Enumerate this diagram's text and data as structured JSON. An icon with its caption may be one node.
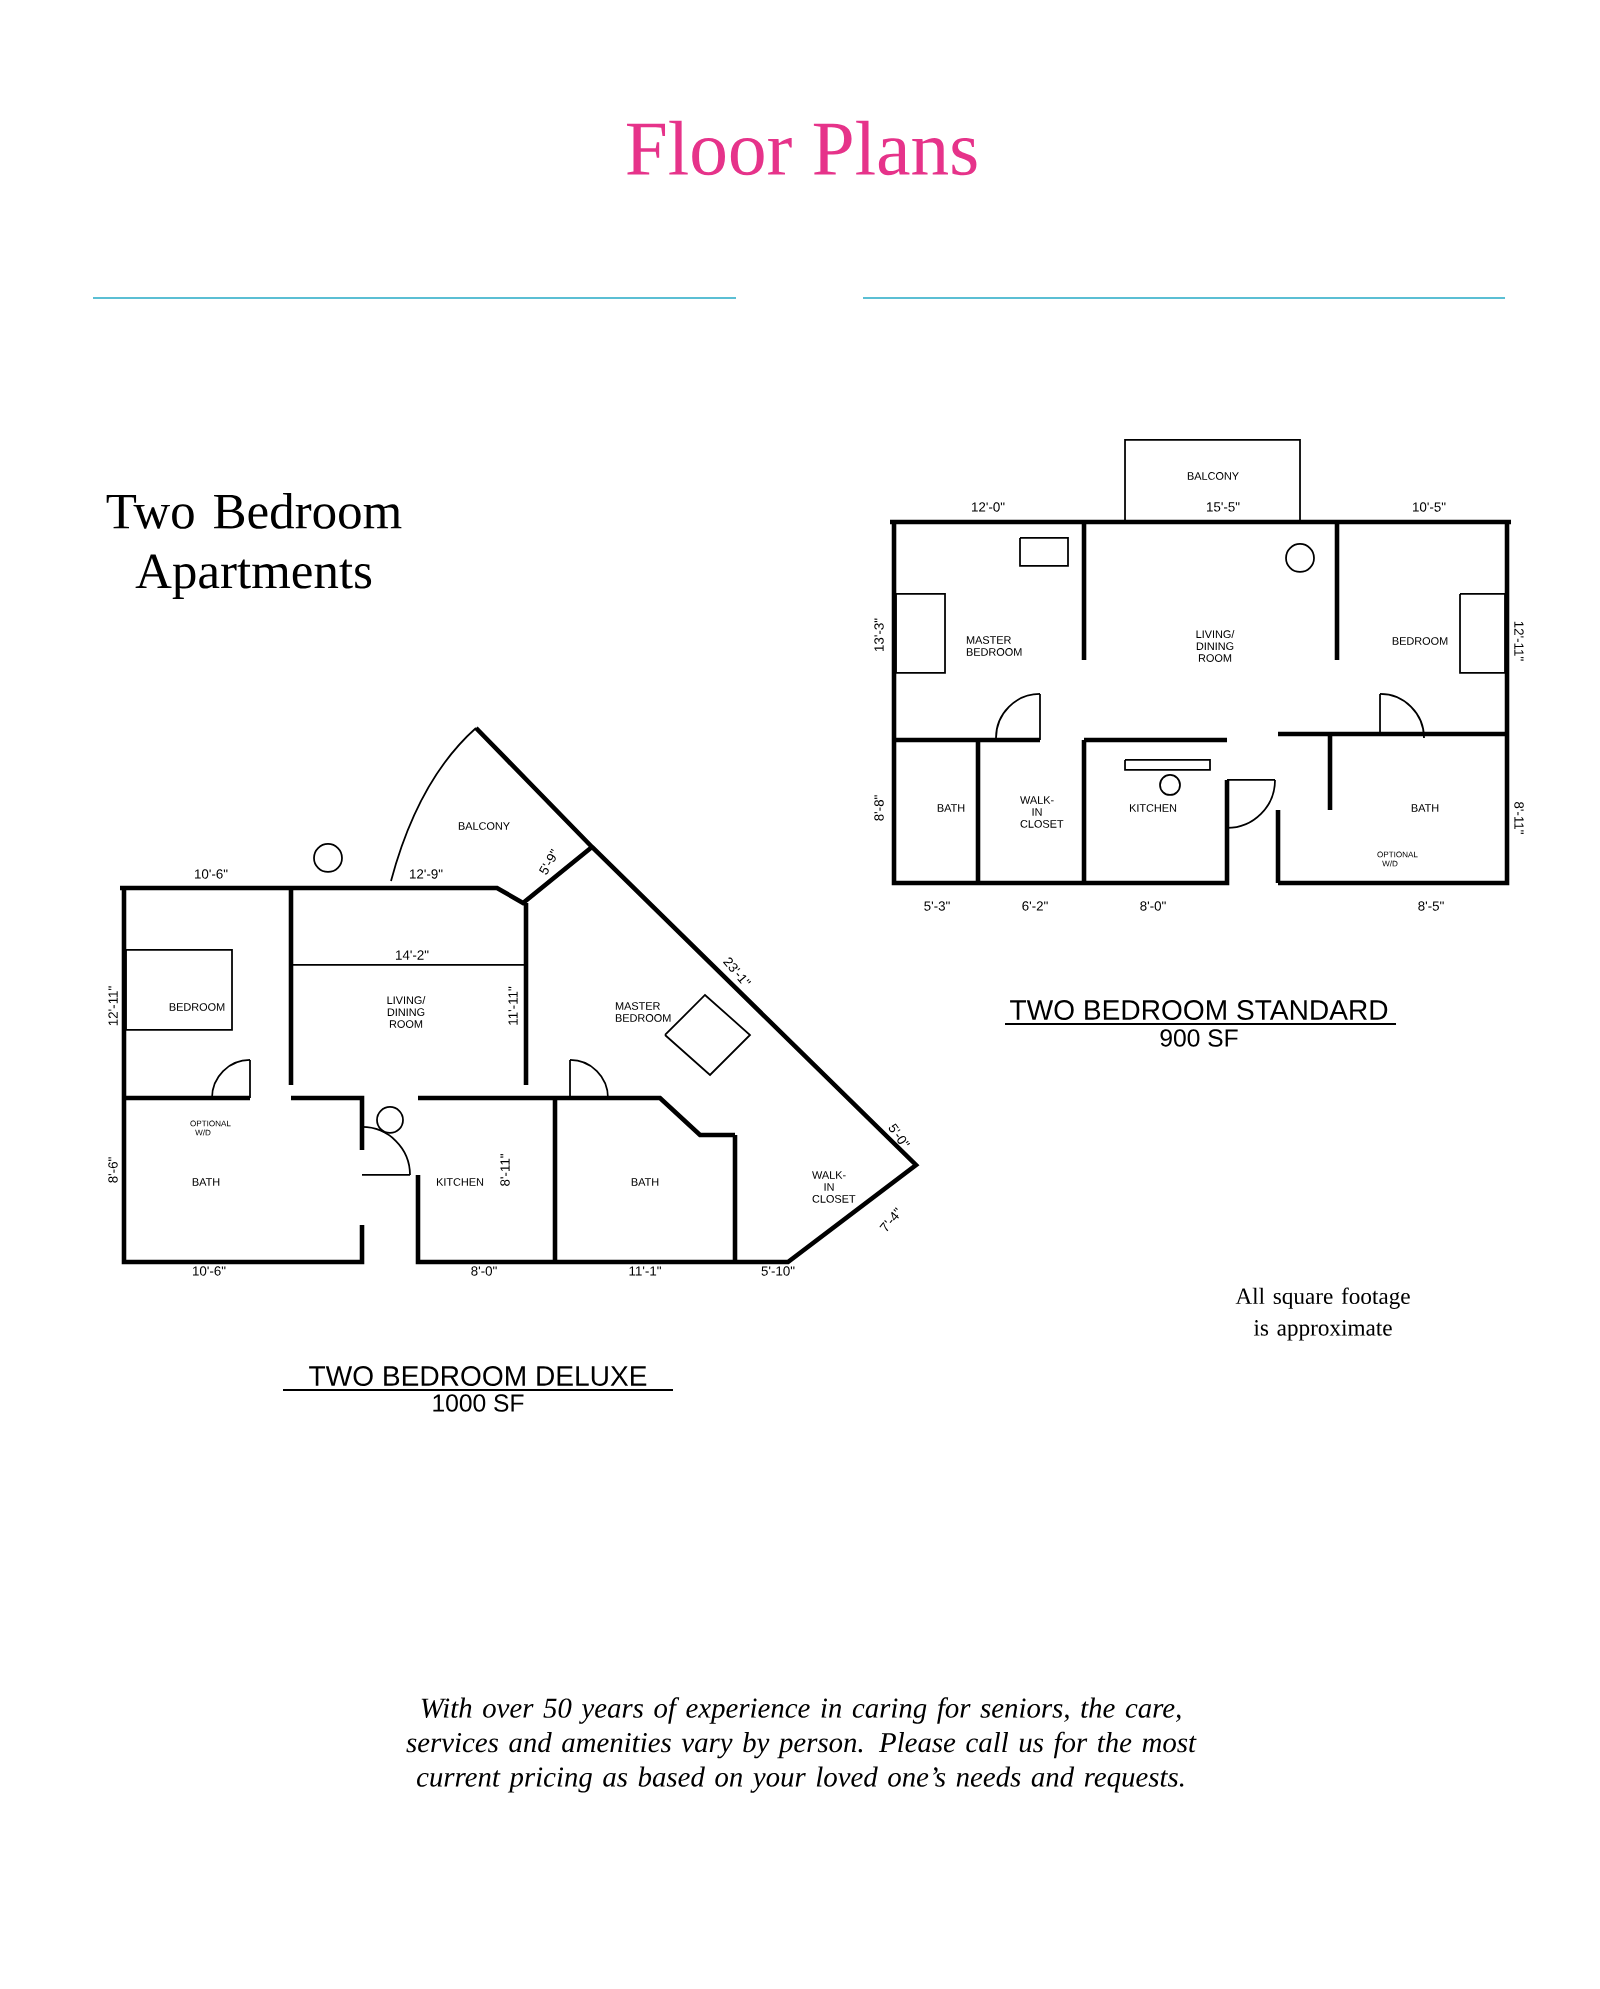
{
  "diagram": {
    "title": "Floor Plans",
    "labels": [
      "Two Bedroom Apartments",
      "BALCONY",
      "12'-0\"",
      "15'-5\"",
      "10'-5\"",
      "13'-3\"",
      "MASTER BEDROOM",
      "LIVING/ DINING ROOM",
      "BEDROOM",
      "12'-11\"",
      "8'-8\"",
      "BATH",
      "WALK-IN CLOSET",
      "KITCHEN",
      "BATH",
      "OPTIONAL W/D",
      "8'-11\"",
      "5'-3\"",
      "6'-2\"",
      "8'-0\"",
      "8'-5\"",
      "TWO BEDROOM STANDARD",
      "900 SF",
      "BALCONY",
      "10'-6\"",
      "12'-9\"",
      "5'-9\"",
      "14'-2\"",
      "12'-11\"",
      "BEDROOM",
      "LIVING/ DINING ROOM",
      "11'-11\"",
      "23'-1\"",
      "MASTER BEDROOM",
      "OPTIONAL W/D",
      "8'-6\"",
      "BATH",
      "KITCHEN",
      "8'-11\"",
      "BATH",
      "5'-0\"",
      "WALK-IN CLOSET",
      "7'-4\"",
      "10'-6\"",
      "8'-0\"",
      "11'-1\"",
      "5'-10\"",
      "TWO BEDROOM DELUXE",
      "1000 SF",
      "All square footage is approximate",
      "With over 50 years of experience in caring for seniors, the care, services and amenities vary by person. Please call us for the most current pricing as based on your loved one’s needs and requests."
    ]
  }
}
